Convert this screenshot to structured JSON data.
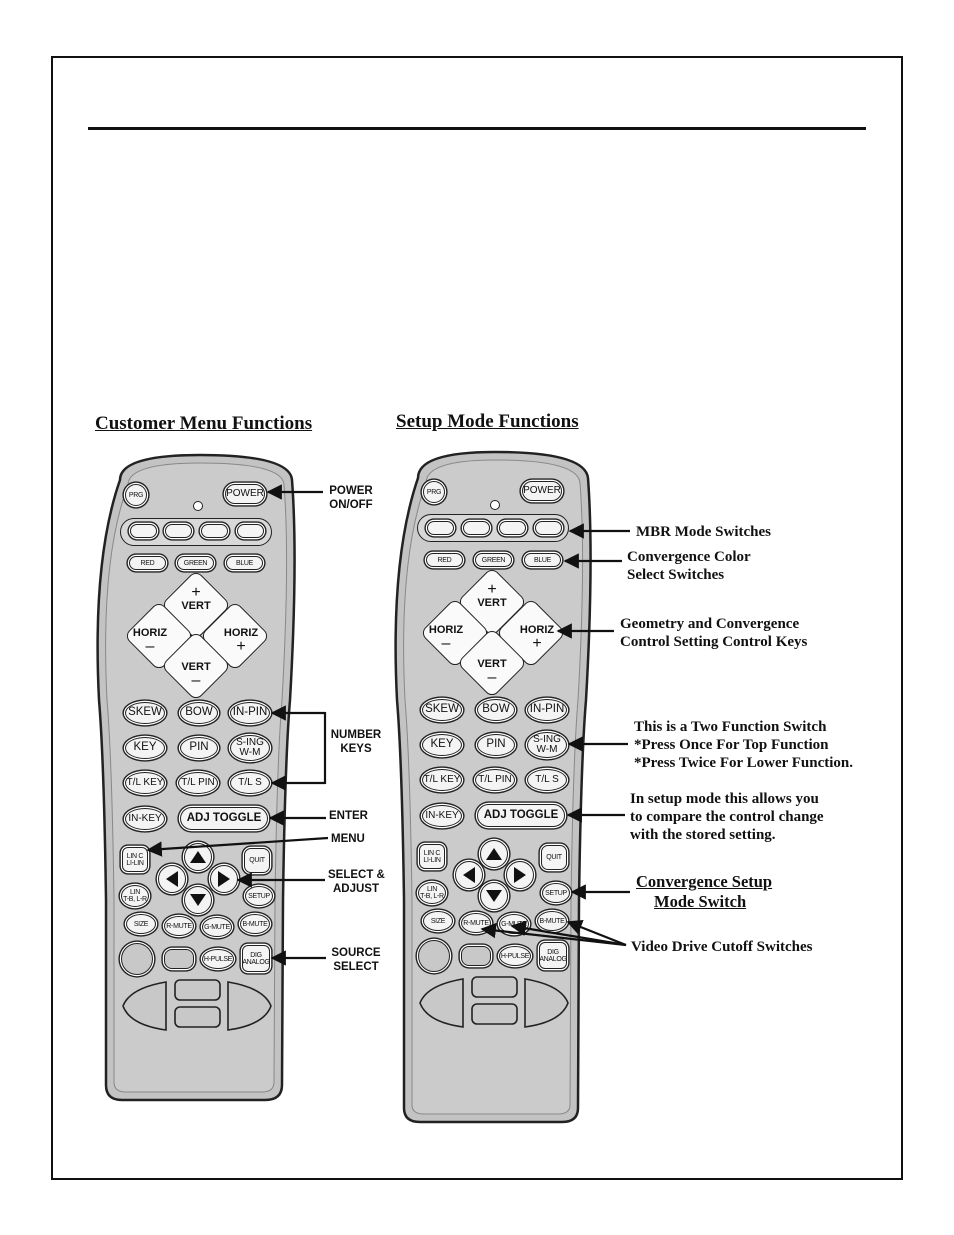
{
  "page": {
    "left_heading": "Customer Menu Functions",
    "right_heading": "Setup Mode Functions"
  },
  "remote": {
    "prg": "PRG",
    "power": "POWER",
    "red": "RED",
    "green": "GREEN",
    "blue": "BLUE",
    "vert": "VERT",
    "horiz": "HORIZ",
    "plus": "+",
    "minus": "–",
    "skew": "SKEW",
    "bow": "BOW",
    "in_pin": "IN-PIN",
    "key": "KEY",
    "pin": "PIN",
    "sing_top": "S-ING",
    "sing_bottom": "W-M",
    "tl_key": "T/L KEY",
    "tl_pin": "T/L PIN",
    "tl_s": "T/L S",
    "in_key": "IN-KEY",
    "adj_toggle": "ADJ TOGGLE",
    "lin_c_top": "LIN C",
    "lin_c_bottom": "LI-LIN",
    "quit": "QUIT",
    "lin_top": "LIN",
    "lin_bottom": "T-B, L-R",
    "setup": "SETUP",
    "size": "SIZE",
    "r_mute": "R-MUTE",
    "g_mute": "G-MUTE",
    "b_mute": "B-MUTE",
    "h_pulse": "H-PULSE",
    "dig_top": "DIG",
    "dig_bottom": "ANALOG"
  },
  "left_labels": {
    "power_onoff": [
      "POWER",
      "ON/OFF"
    ],
    "number_keys": [
      "NUMBER",
      "KEYS"
    ],
    "enter": "ENTER",
    "menu": "MENU",
    "select_adjust": [
      "SELECT &",
      "ADJUST"
    ],
    "source_select": [
      "SOURCE",
      "SELECT"
    ]
  },
  "right_labels": {
    "mbr": "MBR Mode Switches",
    "conv_color": [
      "Convergence Color",
      "Select Switches"
    ],
    "geometry": [
      "Geometry and Convergence",
      "Control Setting Control Keys"
    ],
    "two_function": [
      "This is a Two Function Switch",
      "*Press Once For Top Function",
      "*Press Twice For Lower Function."
    ],
    "setup_mode": [
      "In setup mode this allows you",
      "to compare the control change",
      "with the stored setting."
    ],
    "conv_setup": [
      "Convergence Setup",
      "Mode Switch"
    ],
    "video_drive": "Video Drive Cutoff Switches"
  }
}
